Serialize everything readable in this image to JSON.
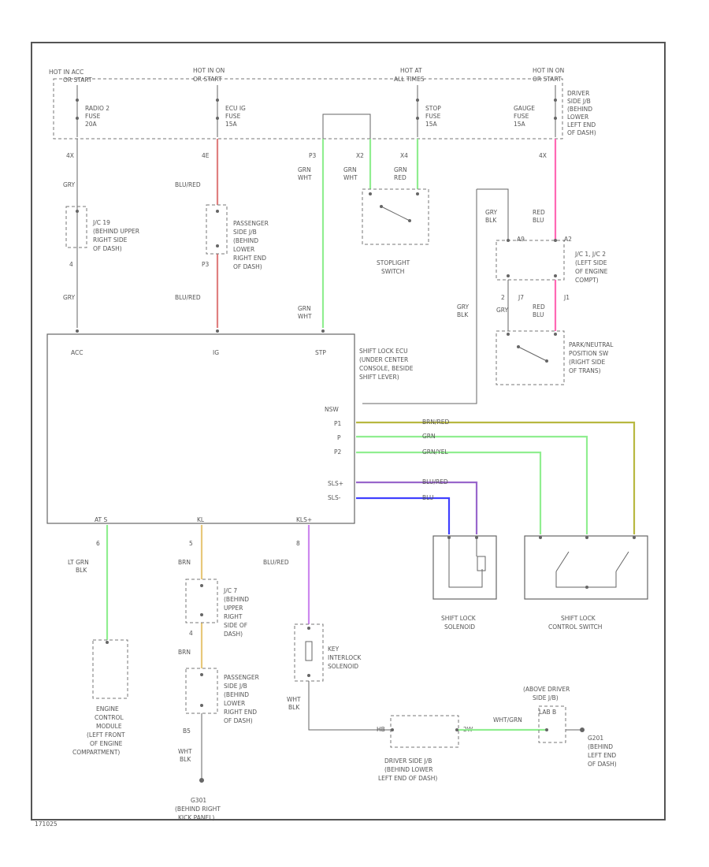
{
  "colors": {
    "frame": "#555555",
    "green": "#90ee90",
    "blu_red": "#e08080",
    "red_blu": "#ff69b4",
    "brn": "#e8c87a",
    "blu_red_purple": "#cc88ee",
    "blu": "#4040ff",
    "brn_red": "#b8b840",
    "blu_red_purple2": "#9966cc"
  },
  "hot_labels": [
    {
      "id": "acc",
      "text": "HOT IN ACC"
    },
    {
      "id": "ign1",
      "text": "HOT IN ON"
    },
    {
      "id": "at",
      "text": "HOT AT"
    },
    {
      "id": "ign2",
      "text": "HOT IN ON"
    }
  ],
  "hot_sub": [
    {
      "id": "acc",
      "text": "OR START"
    },
    {
      "id": "ign1",
      "text": "OR START"
    },
    {
      "id": "at",
      "text": "ALL TIMES"
    },
    {
      "id": "ign2",
      "text": "OR START"
    }
  ],
  "fuses": [
    {
      "id": "radio",
      "lines": [
        "RADIO 2",
        "FUSE",
        "20A"
      ]
    },
    {
      "id": "ecu",
      "lines": [
        "ECU IG",
        "FUSE",
        "15A"
      ]
    },
    {
      "id": "stop",
      "lines": [
        "STOP",
        "FUSE",
        "15A"
      ]
    },
    {
      "id": "gauge",
      "lines": [
        "GAUGE",
        "FUSE",
        "15A"
      ]
    }
  ],
  "jb_driver_top": [
    "DRIVER",
    "SIDE J/B",
    "(BEHIND",
    "LOWER",
    "LEFT END",
    "OF DASH)"
  ],
  "pins": {
    "acc_top": "4X",
    "ign_top": "4E",
    "p3": "P3",
    "x2": "X2",
    "x4": "X4",
    "gauge_top": "4X",
    "a9": "A9",
    "a2": "A2",
    "acc_4": "4",
    "acc_mid": "4",
    "ign_mid": "P3",
    "pn_2": "2",
    "pn_j7": "J7",
    "pn_j1": "J1",
    "ecu_acc": "ACC",
    "ecu_ig": "IG",
    "ecu_stp": "STP",
    "ecu_nsw": "NSW",
    "ecu_p1": "P1",
    "ecu_p": "P",
    "ecu_p2": "P2",
    "ecu_sls_p": "SLS+",
    "ecu_sls_m": "SLS-",
    "ecu_acc2": "AT S",
    "ecu_kli": "KL",
    "ecu_kls": "KLS+",
    "b_6": "6",
    "b_5": "5",
    "b_8": "8",
    "b_4": "4",
    "b_b5": "B5",
    "b_hb": "HB",
    "b_2w": "2W",
    "jb_lab": "LAB B"
  },
  "wire_labels": {
    "gry1": "GRY",
    "gry2": "GRY",
    "blu_red1": "BLU/RED",
    "blu_red2": "BLU/RED",
    "grn_wht1": [
      "GRN",
      "WHT"
    ],
    "grn_wht2": [
      "GRN",
      "WHT"
    ],
    "grn_red": [
      "GRN",
      "RED"
    ],
    "grn_wht3": [
      "GRN",
      "WHT"
    ],
    "gry_blk1": [
      "GRY",
      "BLK"
    ],
    "red_blu1": [
      "RED",
      "BLU"
    ],
    "gry_blk2": [
      "GRY",
      "BLK"
    ],
    "gry_p": "GRY",
    "red_blu2": [
      "RED",
      "BLU"
    ],
    "brn_red": "BRN/RED",
    "grn": "GRN",
    "grn_yel": "GRN/YEL",
    "blu_red_p": "BLU/RED",
    "blu": "BLU",
    "lt_grn_blk": [
      "LT GRN",
      "BLK"
    ],
    "brn1": "BRN",
    "brn2": "BRN",
    "blu_red3": "BLU/RED",
    "wht_blk1": [
      "WHT",
      "BLK"
    ],
    "wht_blk2": [
      "WHT",
      "BLK"
    ],
    "wht_grn": "WHT/GRN"
  },
  "components": {
    "jc19": [
      "J/C 19",
      "(BEHIND UPPER",
      "RIGHT SIDE",
      "OF DASH)"
    ],
    "pass_jb1": [
      "PASSENGER",
      "SIDE J/B",
      "(BEHIND",
      "LOWER",
      "RIGHT END",
      "OF DASH)"
    ],
    "stoplight": [
      "STOPLIGHT",
      "SWITCH"
    ],
    "jc1": [
      "J/C 1, J/C 2",
      "(LEFT SIDE",
      "OF ENGINE",
      "COMPT)"
    ],
    "park_neutral": [
      "PARK/NEUTRAL",
      "POSITION SW",
      "(RIGHT SIDE",
      "OF TRANS)"
    ],
    "ecu": [
      "SHIFT LOCK ECU",
      "(UNDER CENTER",
      "CONSOLE, BESIDE",
      "SHIFT LEVER)"
    ],
    "shift_sol": [
      "SHIFT LOCK",
      "SOLENOID"
    ],
    "shift_sw": [
      "SHIFT LOCK",
      "CONTROL SWITCH"
    ],
    "ecm": [
      "ENGINE",
      "CONTROL",
      "MODULE",
      "(LEFT FRONT",
      "OF ENGINE",
      "COMPARTMENT)"
    ],
    "jc7": [
      "J/C 7",
      "(BEHIND",
      "UPPER",
      "RIGHT",
      "SIDE OF",
      "DASH)"
    ],
    "key_interlock": [
      "KEY",
      "INTERLOCK",
      "SOLENOID"
    ],
    "pass_jb2": [
      "PASSENGER",
      "SIDE J/B",
      "(BEHIND",
      "LOWER",
      "RIGHT END",
      "OF DASH)"
    ],
    "driver_jb_bot": [
      "DRIVER SIDE J/B",
      "(BEHIND LOWER",
      "LEFT END OF DASH)"
    ],
    "above_driver": [
      "(ABOVE DRIVER",
      "SIDE J/B)"
    ],
    "g201": [
      "G201",
      "(BEHIND",
      "LEFT END",
      "OF DASH)"
    ],
    "g301": [
      "G301",
      "(BEHIND RIGHT",
      "KICK PANEL)"
    ]
  },
  "footer_code": "171025"
}
